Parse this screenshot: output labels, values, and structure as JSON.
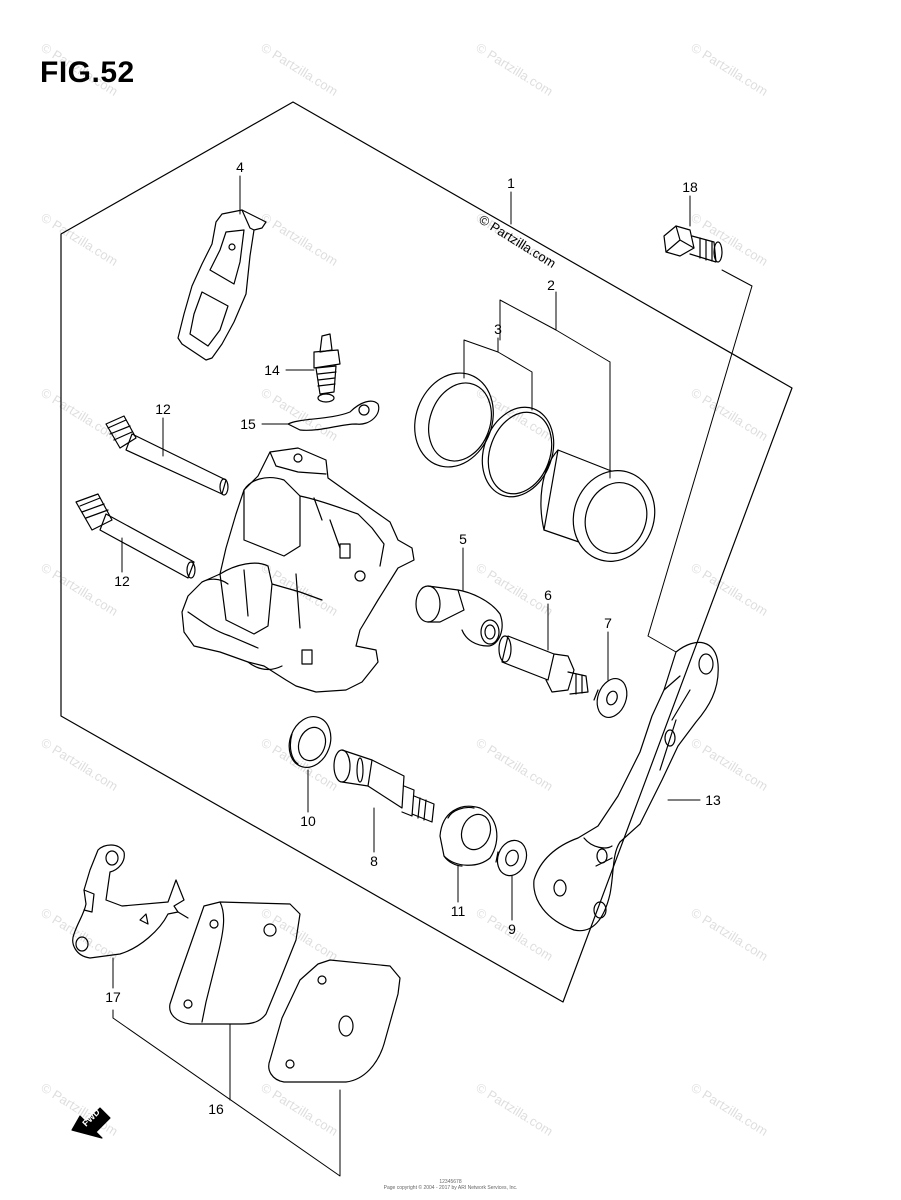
{
  "figure": {
    "title": "FIG.52"
  },
  "watermark": {
    "text": "© Partzilla.com"
  },
  "fwd_label": "FWD",
  "footer": {
    "code": "12345678",
    "copyright": "Page copyright © 2004 - 2017 by ARI Network Services, Inc."
  },
  "callouts": [
    {
      "id": "1",
      "label": "1"
    },
    {
      "id": "2",
      "label": "2"
    },
    {
      "id": "3",
      "label": "3"
    },
    {
      "id": "4",
      "label": "4"
    },
    {
      "id": "5",
      "label": "5"
    },
    {
      "id": "6",
      "label": "6"
    },
    {
      "id": "7",
      "label": "7"
    },
    {
      "id": "8",
      "label": "8"
    },
    {
      "id": "9",
      "label": "9"
    },
    {
      "id": "10",
      "label": "10"
    },
    {
      "id": "11",
      "label": "11"
    },
    {
      "id": "12a",
      "label": "12"
    },
    {
      "id": "12b",
      "label": "12"
    },
    {
      "id": "13",
      "label": "13"
    },
    {
      "id": "14",
      "label": "14"
    },
    {
      "id": "15",
      "label": "15"
    },
    {
      "id": "16",
      "label": "16"
    },
    {
      "id": "17",
      "label": "17"
    },
    {
      "id": "18",
      "label": "18"
    }
  ],
  "colors": {
    "line": "#000000",
    "background": "#ffffff"
  }
}
